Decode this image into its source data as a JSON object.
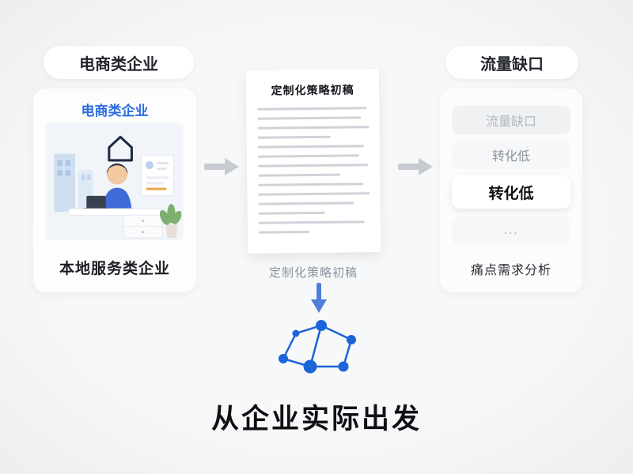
{
  "left_panel": {
    "pill_label": "电商类企业",
    "card_title": "电商类企业",
    "card_caption": "本地服务类企业"
  },
  "document": {
    "title": "定制化策略初稿",
    "caption": "定制化策略初稿"
  },
  "right_panel": {
    "pill_label": "流量缺口",
    "items": [
      {
        "label": "流量缺口"
      },
      {
        "label": "转化低"
      },
      {
        "label": "转化低"
      },
      {
        "label": "..."
      }
    ],
    "caption": "痛点需求分析"
  },
  "footer": {
    "headline": "从企业实际出发"
  },
  "icons": {
    "arrow_right": "arrow-right-icon",
    "arrow_down": "arrow-down-icon",
    "network": "network-graph-icon",
    "illustration": "office-worker-illustration"
  },
  "colors": {
    "accent_blue": "#2a6ce0",
    "arrow_gray": "#c7cbd1",
    "arrow_blue": "#4f7fd9",
    "network_blue": "#1b64da",
    "text_dark": "#1c1e23",
    "muted_gray": "#8e959d",
    "background": "#f4f5f6"
  }
}
